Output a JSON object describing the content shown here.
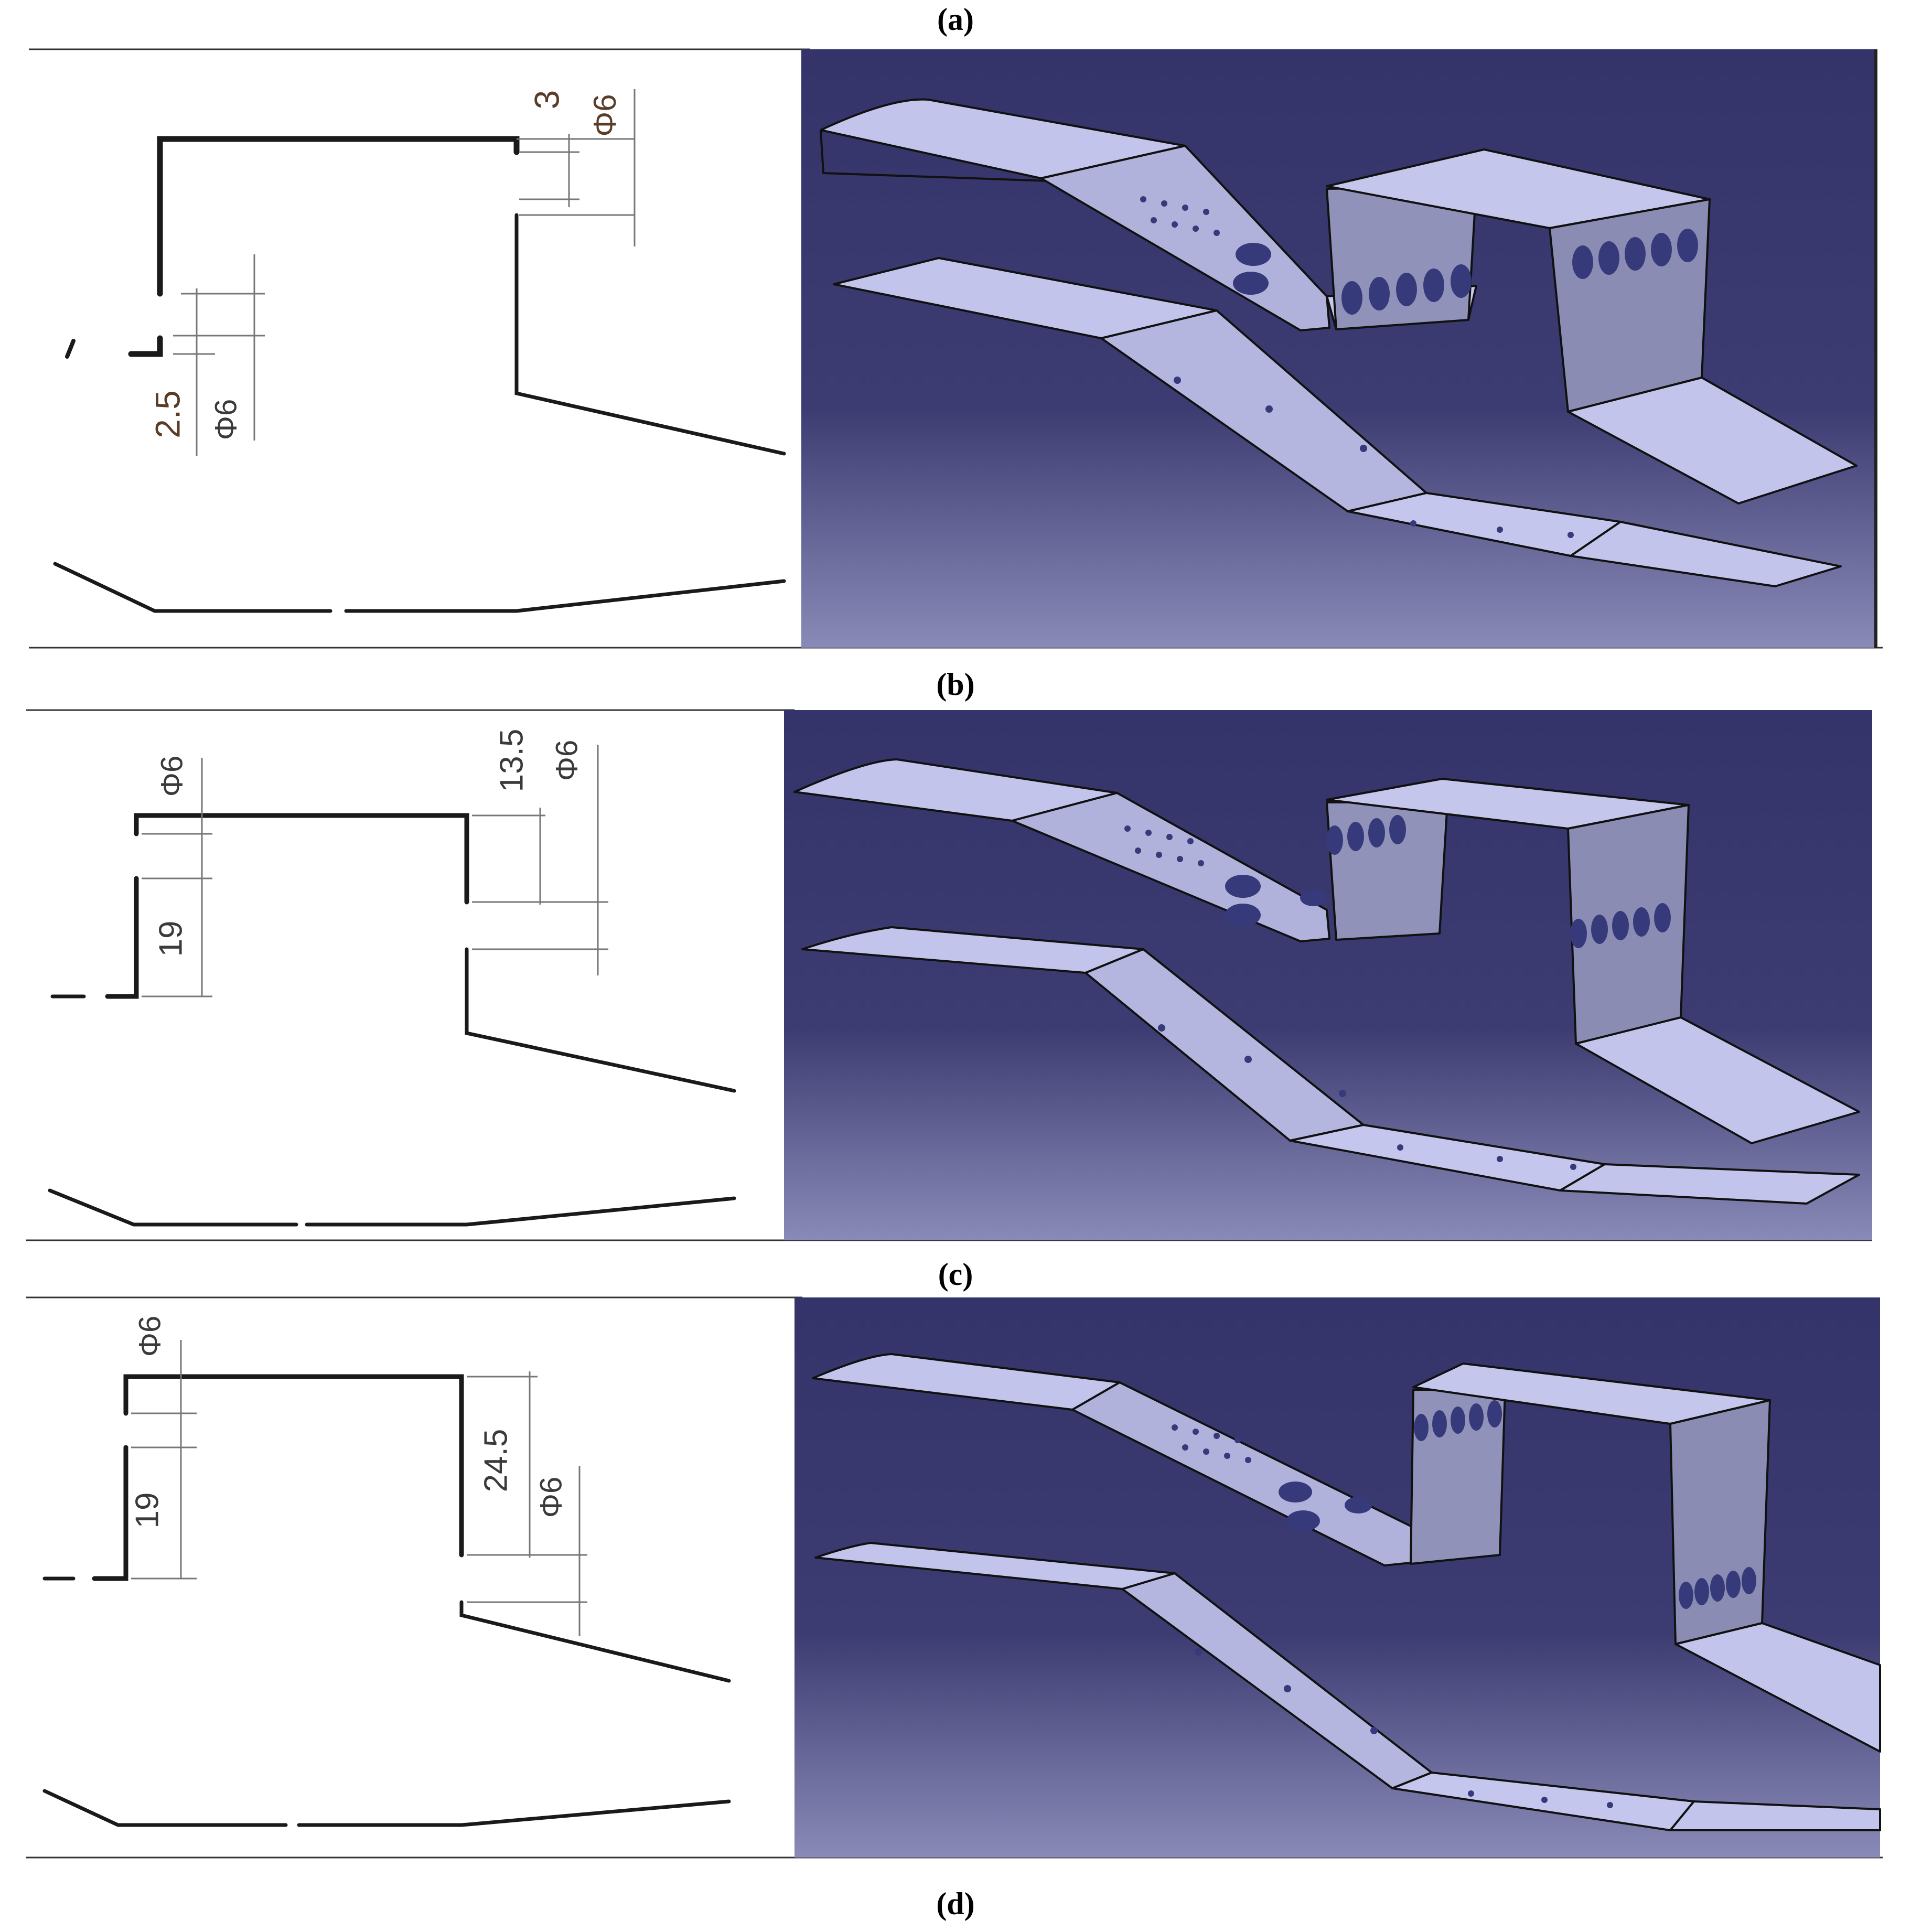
{
  "figure_labels": [
    "(a)",
    "(b)",
    "(c)",
    "(d)"
  ],
  "panels": [
    {
      "dims": {
        "top_gap": "3",
        "top_dia": "Φ6",
        "left_gap": "2.5",
        "left_dia": "Φ6"
      }
    },
    {
      "dims": {
        "left_dia": "Φ6",
        "left_len": "19",
        "right_len": "13.5",
        "right_dia": "Φ6"
      }
    },
    {
      "dims": {
        "left_dia": "Φ6",
        "left_len": "19",
        "right_len": "24.5",
        "right_dia": "Φ6"
      }
    }
  ],
  "colors": {
    "viewport_top": "#34336a",
    "viewport_bottom": "#8a8ab8",
    "sheet_metal": "#c2c4ec",
    "sheet_metal_dark": "#8e8fb6",
    "hole": "#363a7a",
    "edge": "#1a1a1a"
  }
}
